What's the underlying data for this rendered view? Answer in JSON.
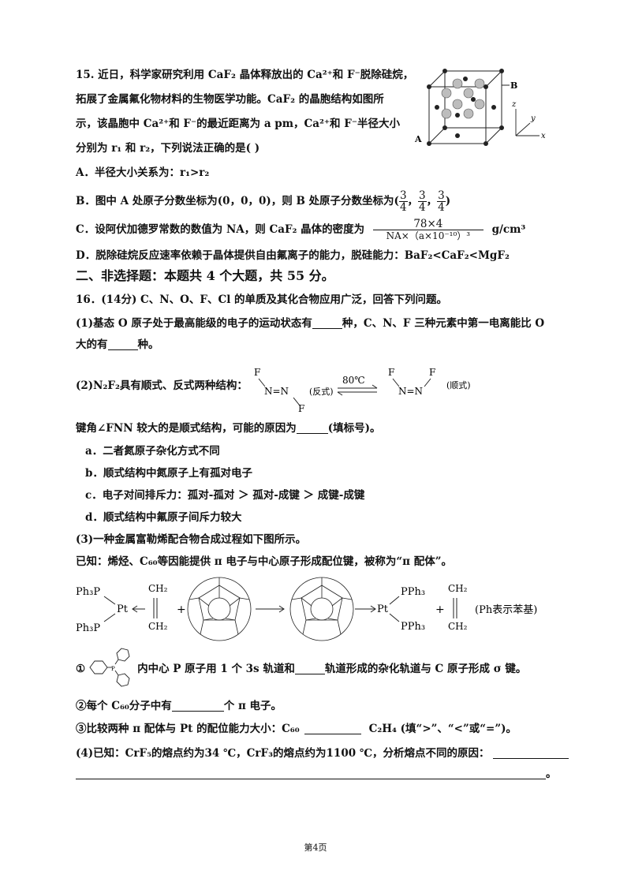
{
  "q15": {
    "line1": "15. 近日，科学家研究利用 CaF₂ 晶体释放出的 Ca²⁺和 F⁻脱除硅烷，",
    "line2": "拓展了金属氟化物材料的生物医学功能。CaF₂ 的晶胞结构如图所",
    "line3": "示，该晶胞中 Ca²⁺和 F⁻的最近距离为 a pm，Ca²⁺和 F⁻半径大小",
    "line4": "分别为 r₁ 和 r₂，下列说法正确的是(      )",
    "option_a": "A．半径大小关系为：r₁>r₂",
    "option_b_prefix": "B．图中 A 处原子分数坐标为(0，0，0)，则 B 处原子分数坐标为(",
    "option_b_suffix": ")",
    "frac_num": "3",
    "frac_den": "4",
    "option_c_prefix": "C．设阿伏加德罗常数的数值为 NA，则 CaF₂ 晶体的密度为",
    "option_c_num": "78×4",
    "option_c_den": "NA×（a×10⁻¹⁰）³",
    "option_c_unit": "g/cm³",
    "option_d": "D．脱除硅烷反应速率依赖于晶体提供自由氟离子的能力，脱硅能力：BaF₂<CaF₂<MgF₂",
    "figure": {
      "label_a": "A",
      "label_b": "B",
      "axis_x": "x",
      "axis_y": "y",
      "axis_z": "z"
    }
  },
  "section2_title": "二、非选择题：本题共 4 个大题，共 55 分。",
  "q16": {
    "intro": "16．(14分) C、N、O、F、Cl 的单质及其化合物应用广泛，回答下列问题。",
    "p1_line1_a": "(1)基态 O 原子处于最高能级的电子的运动状态有",
    "p1_line1_b": "种，C、N、F 三种元素中第一电离能比 O",
    "p1_line2_a": "大的有",
    "p1_line2_b": "种。",
    "p2_label": "(2)N₂F₂具有顺式、反式两种结构：",
    "p2_trans": "(反式)",
    "p2_cis": "(顺式)",
    "p2_temp": "80℃",
    "p2_F": "F",
    "p2_NN": "N=N",
    "p2_question_a": "键角∠FNN 较大的是顺式结构，可能的原因为",
    "p2_question_b": "(填标号)。",
    "p2_options": [
      "a．二者氮原子杂化方式不同",
      "b．顺式结构中氮原子上有孤对电子",
      "c．电子对间排斥力：孤对-孤对 ＞ 孤对-成键 ＞ 成键-成键",
      "d．顺式结构中氟原子间斥力较大"
    ],
    "p3_line1": "(3)一种金属富勒烯配合物合成过程如下图所示。",
    "p3_known": "已知：烯烃、C₆₀等因能提供 π 电子与中心原子形成配位键，被称为“π 配体”。",
    "scheme": {
      "ph3p": "Ph₃P",
      "pt": "Pt",
      "ch2": "CH₂",
      "pph3": "PPh₃",
      "plus": "+",
      "note": "(Ph表示苯基)",
      "P": "P"
    },
    "q_i_marker": "①",
    "q_i_a": "内中心 P 原子用 1 个 3s 轨道和",
    "q_i_b": "轨道形成的杂化轨道与 C 原子形成 σ 键。",
    "q_ii_a": "②每个 C₆₀分子中有",
    "q_ii_b": "个 π 电子。",
    "q_iii_a": "③比较两种 π 配体与 Pt 的配位能力大小：C₆₀",
    "q_iii_b": "C₂H₄ (填“>”、“<”或“=”)。",
    "p4_a": "(4)已知：CrF₅的熔点约为34 ℃，CrF₃的熔点约为1100 ℃，分析熔点不同的原因：",
    "p4_end": "。"
  },
  "footer": "第4页"
}
